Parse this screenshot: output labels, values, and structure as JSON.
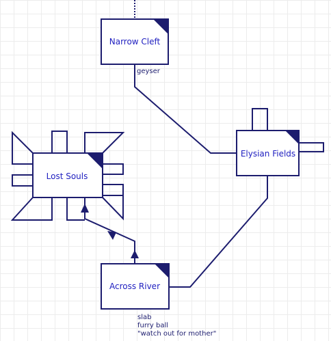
{
  "colors": {
    "line": "#1c1c6e",
    "label": "#2020c0",
    "grid": "#ececec"
  },
  "rooms": {
    "narrow_cleft": "Narrow Cleft",
    "elysian_fields": "Elysian Fields",
    "lost_souls": "Lost Souls",
    "across_river": "Across River"
  },
  "notes": {
    "narrow_cleft": [
      "geyser"
    ],
    "across_river": [
      "slab",
      "furry ball",
      "\"watch out for mother\""
    ]
  }
}
